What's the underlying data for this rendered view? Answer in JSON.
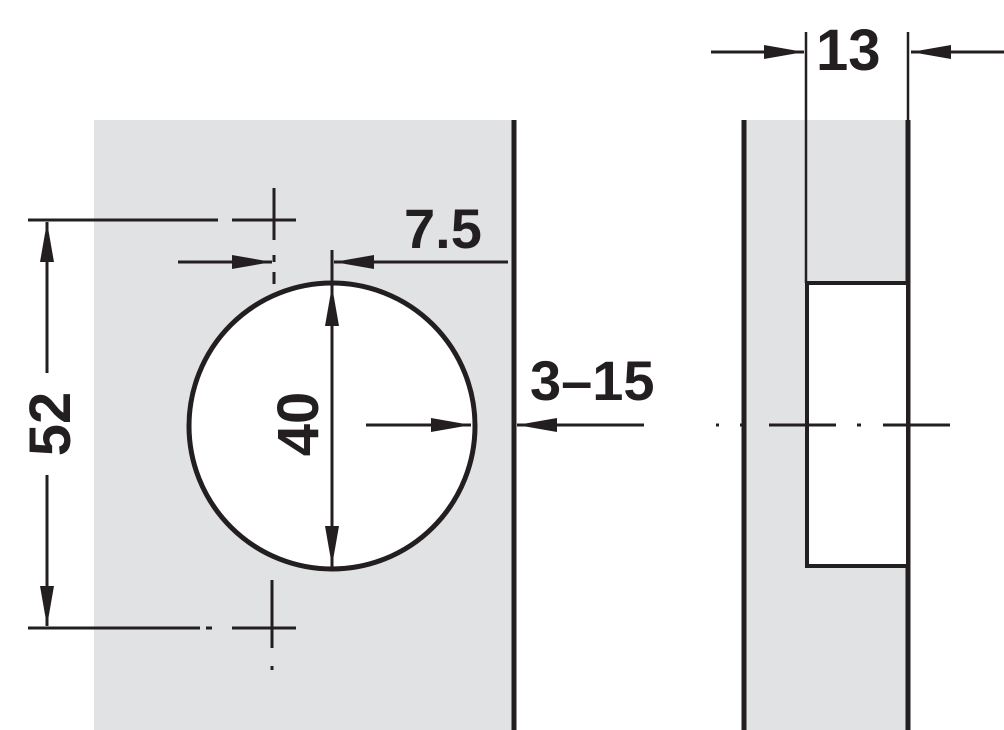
{
  "colors": {
    "panel_fill": "#e1e2e4",
    "line": "#231f20",
    "hole_fill": "#ffffff",
    "background": "#ffffff"
  },
  "drawing": {
    "type": "concealed hinge cup drilling diagram",
    "views": [
      "front view (door with cup hole)",
      "side/section view (door edge)"
    ],
    "dimensions": {
      "hole_spacing": "52",
      "cup_diameter": "40",
      "cup_edge_offset": "7.5",
      "bore_distance": "3–15",
      "door_thickness": "13"
    }
  }
}
